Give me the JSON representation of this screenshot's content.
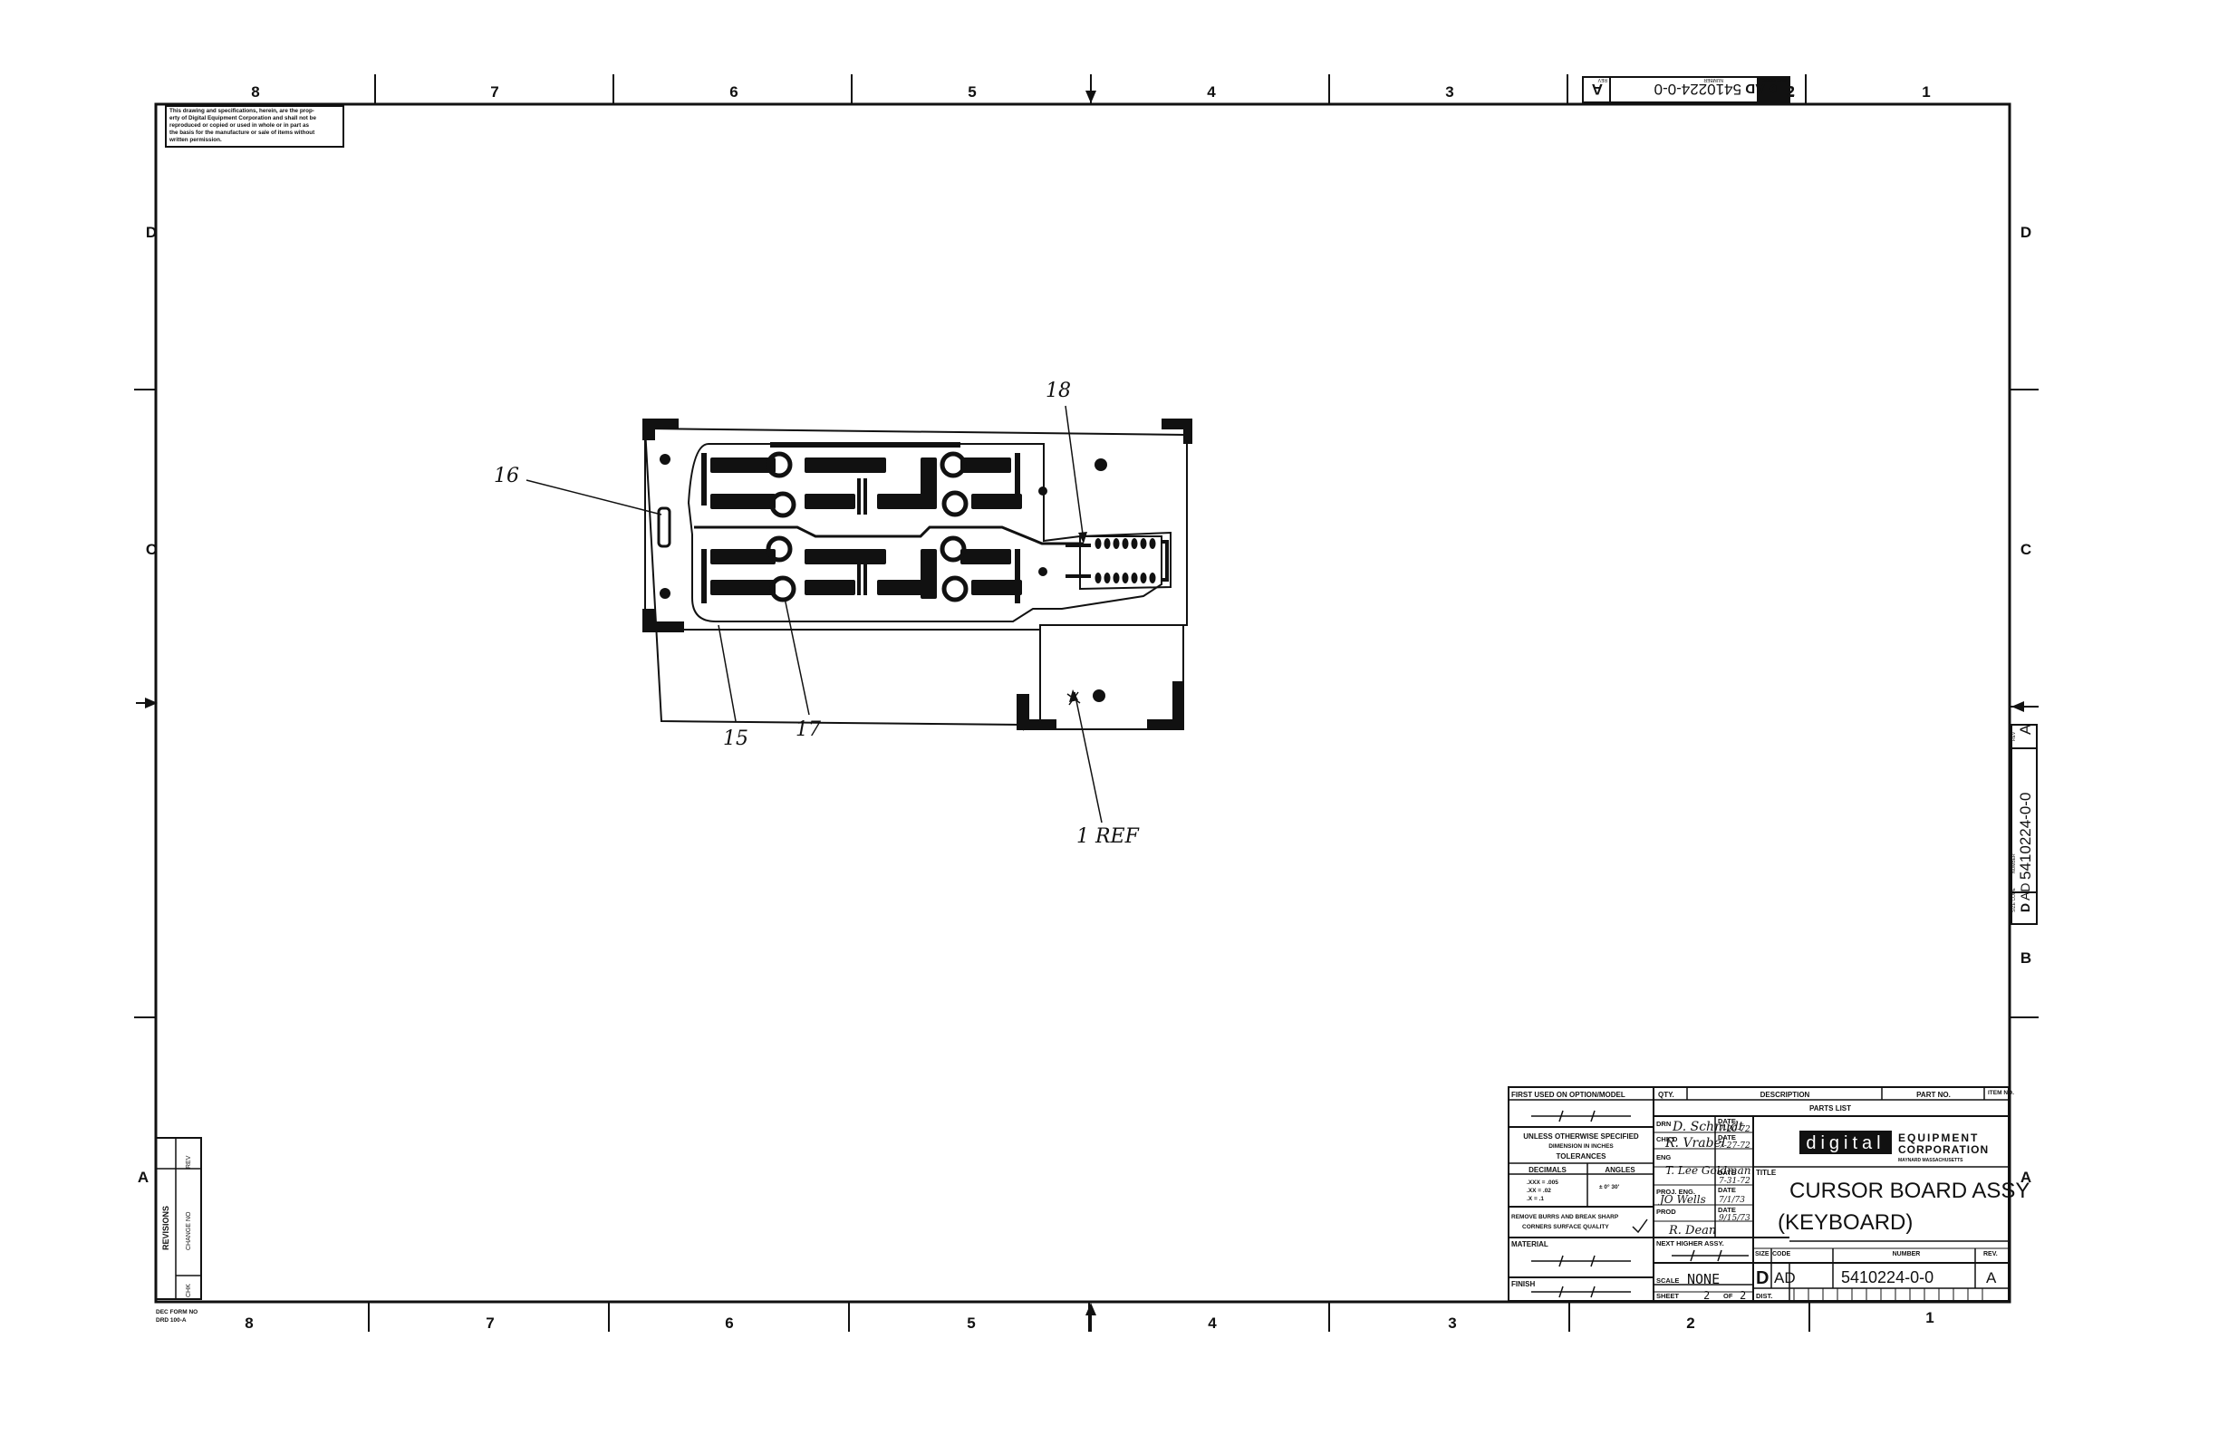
{
  "zones": {
    "columns_top": [
      "8",
      "7",
      "6",
      "5",
      "4",
      "3",
      "2",
      "1"
    ],
    "columns_bottom": [
      "8",
      "7",
      "6",
      "5",
      "4",
      "3",
      "2",
      "1"
    ],
    "rows_left": [
      "D",
      "C",
      "A"
    ],
    "rows_right": [
      "D",
      "C",
      "B",
      "A"
    ]
  },
  "proprietary_notice": [
    "This drawing and specifications, herein, are the prop-",
    "erty of Digital Equipment Corporation and shall not be",
    "reproduced or copied or used in whole or in part as",
    "the basis for the manufacture or sale of items without",
    "written permission."
  ],
  "top_stamp": {
    "size": "D",
    "code": "AD",
    "number": "5410224-0-0",
    "rev": "A",
    "sheet": "2",
    "rev_caption": "REV",
    "number_caption": "NUMBER",
    "size_code_caption": "SIZE CODE"
  },
  "side_stamp": {
    "size": "D",
    "code": "AD",
    "number": "5410224-0-0",
    "rev": "A",
    "rev_caption": "REV",
    "number_caption": "NUMBER",
    "size_code_caption": "SIZE CODE"
  },
  "callouts": {
    "c15": "15",
    "c16": "16",
    "c17": "17",
    "c18": "18",
    "ref": "1 REF"
  },
  "revisions": {
    "label": "REVISIONS",
    "rev_label": "REV",
    "change_no_label": "CHANGE NO",
    "chk_label": "CHK"
  },
  "form_no": {
    "line1": "DEC FORM NO",
    "line2": "DRD 100-A"
  },
  "title_block": {
    "first_used": "FIRST USED ON OPTION/MODEL",
    "tolerance_lines": [
      "UNLESS OTHERWISE SPECIFIED",
      "DIMENSION IN INCHES",
      "TOLERANCES"
    ],
    "decimals_label": "DECIMALS",
    "angles_label": "ANGLES",
    "decimals_values": [
      ".XXX = .005",
      ".XX = .02",
      ".X = .1"
    ],
    "angles_value": "± 0° 30'",
    "burrs_lines": [
      "REMOVE BURRS AND BREAK SHARP",
      "CORNERS  SURFACE QUALITY"
    ],
    "material_label": "MATERIAL",
    "finish_label": "FINISH",
    "qty_label": "QTY.",
    "description_label": "DESCRIPTION",
    "part_no_label": "PART NO.",
    "item_no_label": "ITEM NO.",
    "parts_list_label": "PARTS LIST",
    "drn_label": "DRN",
    "chkd_label": "CHK'D",
    "eng_label": "ENG",
    "proj_eng_label": "PROJ. ENG.",
    "prod_label": "PROD",
    "date_label": "DATE",
    "drn_sig": "D. Schmidt",
    "chkd_sig": "R. Vrabel",
    "eng_sig": "T. Lee Goldman",
    "proj_eng_sig": "JO Wells",
    "prod_sig": "R. Dean",
    "drn_date": "7-20-72",
    "chkd_date": "7-27-72",
    "eng_date": "7-31-72",
    "proj_eng_date": "7/1/73",
    "prod_date": "9/15/73",
    "next_higher_assy": "NEXT HIGHER ASSY.",
    "scale_label": "SCALE",
    "scale_value": "NONE",
    "sheet_label": "SHEET",
    "sheet_value": "2",
    "of_label": "OF",
    "of_value": "2",
    "dist_label": "DIST.",
    "logo": "digital",
    "company_line1": "EQUIPMENT",
    "company_line2": "CORPORATION",
    "company_location": "MAYNARD  MASSACHUSETTS",
    "title_label": "TITLE",
    "title_line1": "CURSOR BOARD ASSY",
    "title_line2": "(KEYBOARD)",
    "size_label": "SIZE",
    "code_label": "CODE",
    "number_label": "NUMBER",
    "rev_label": "REV.",
    "size_value": "D",
    "code_value": "AD",
    "number_value": "5410224-0-0",
    "rev_value": "A"
  }
}
